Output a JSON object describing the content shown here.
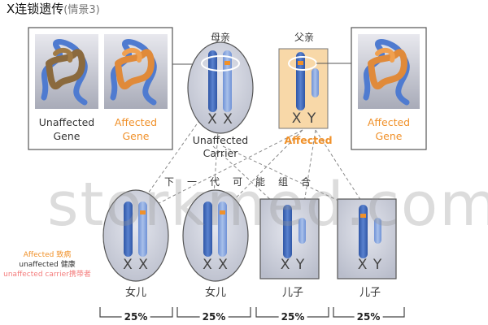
{
  "title": {
    "main": "X连锁遗传",
    "sub": "(情景3)"
  },
  "gene_panel_left": {
    "unaffected": {
      "line1": "Unaffected",
      "line2": "Gene"
    },
    "affected": {
      "line1": "Affected",
      "line2": "Gene"
    }
  },
  "gene_panel_right": {
    "affected": {
      "line1": "Affected",
      "line2": "Gene"
    }
  },
  "mother": {
    "label": "母亲",
    "chromosomes": "X X",
    "status_line1": "Unaffected",
    "status_line2": "Carrier"
  },
  "father": {
    "label": "父亲",
    "chromosomes": "X Y",
    "status": "Affected"
  },
  "next_generation": "下一代可能组合",
  "children": [
    {
      "label": "女儿",
      "chromosomes": "X X",
      "percent": "25%"
    },
    {
      "label": "女儿",
      "chromosomes": "X X",
      "percent": "25%"
    },
    {
      "label": "儿子",
      "chromosomes": "X Y",
      "percent": "25%"
    },
    {
      "label": "儿子",
      "chromosomes": "X Y",
      "percent": "25%"
    }
  ],
  "legend": {
    "affected": "Affected 致病",
    "unaffected": "unaffected 健康",
    "carrier": "unaffected carrier携带者"
  },
  "watermark": "storkmed.com",
  "colors": {
    "orange": "#f0912a",
    "chrom_dark": "#3a62b3",
    "chrom_light": "#7fa0dc",
    "panel_fill": "#c8cbd6",
    "father_fill": "#f8d8a8",
    "carrier_pink": "#f47c7c"
  }
}
